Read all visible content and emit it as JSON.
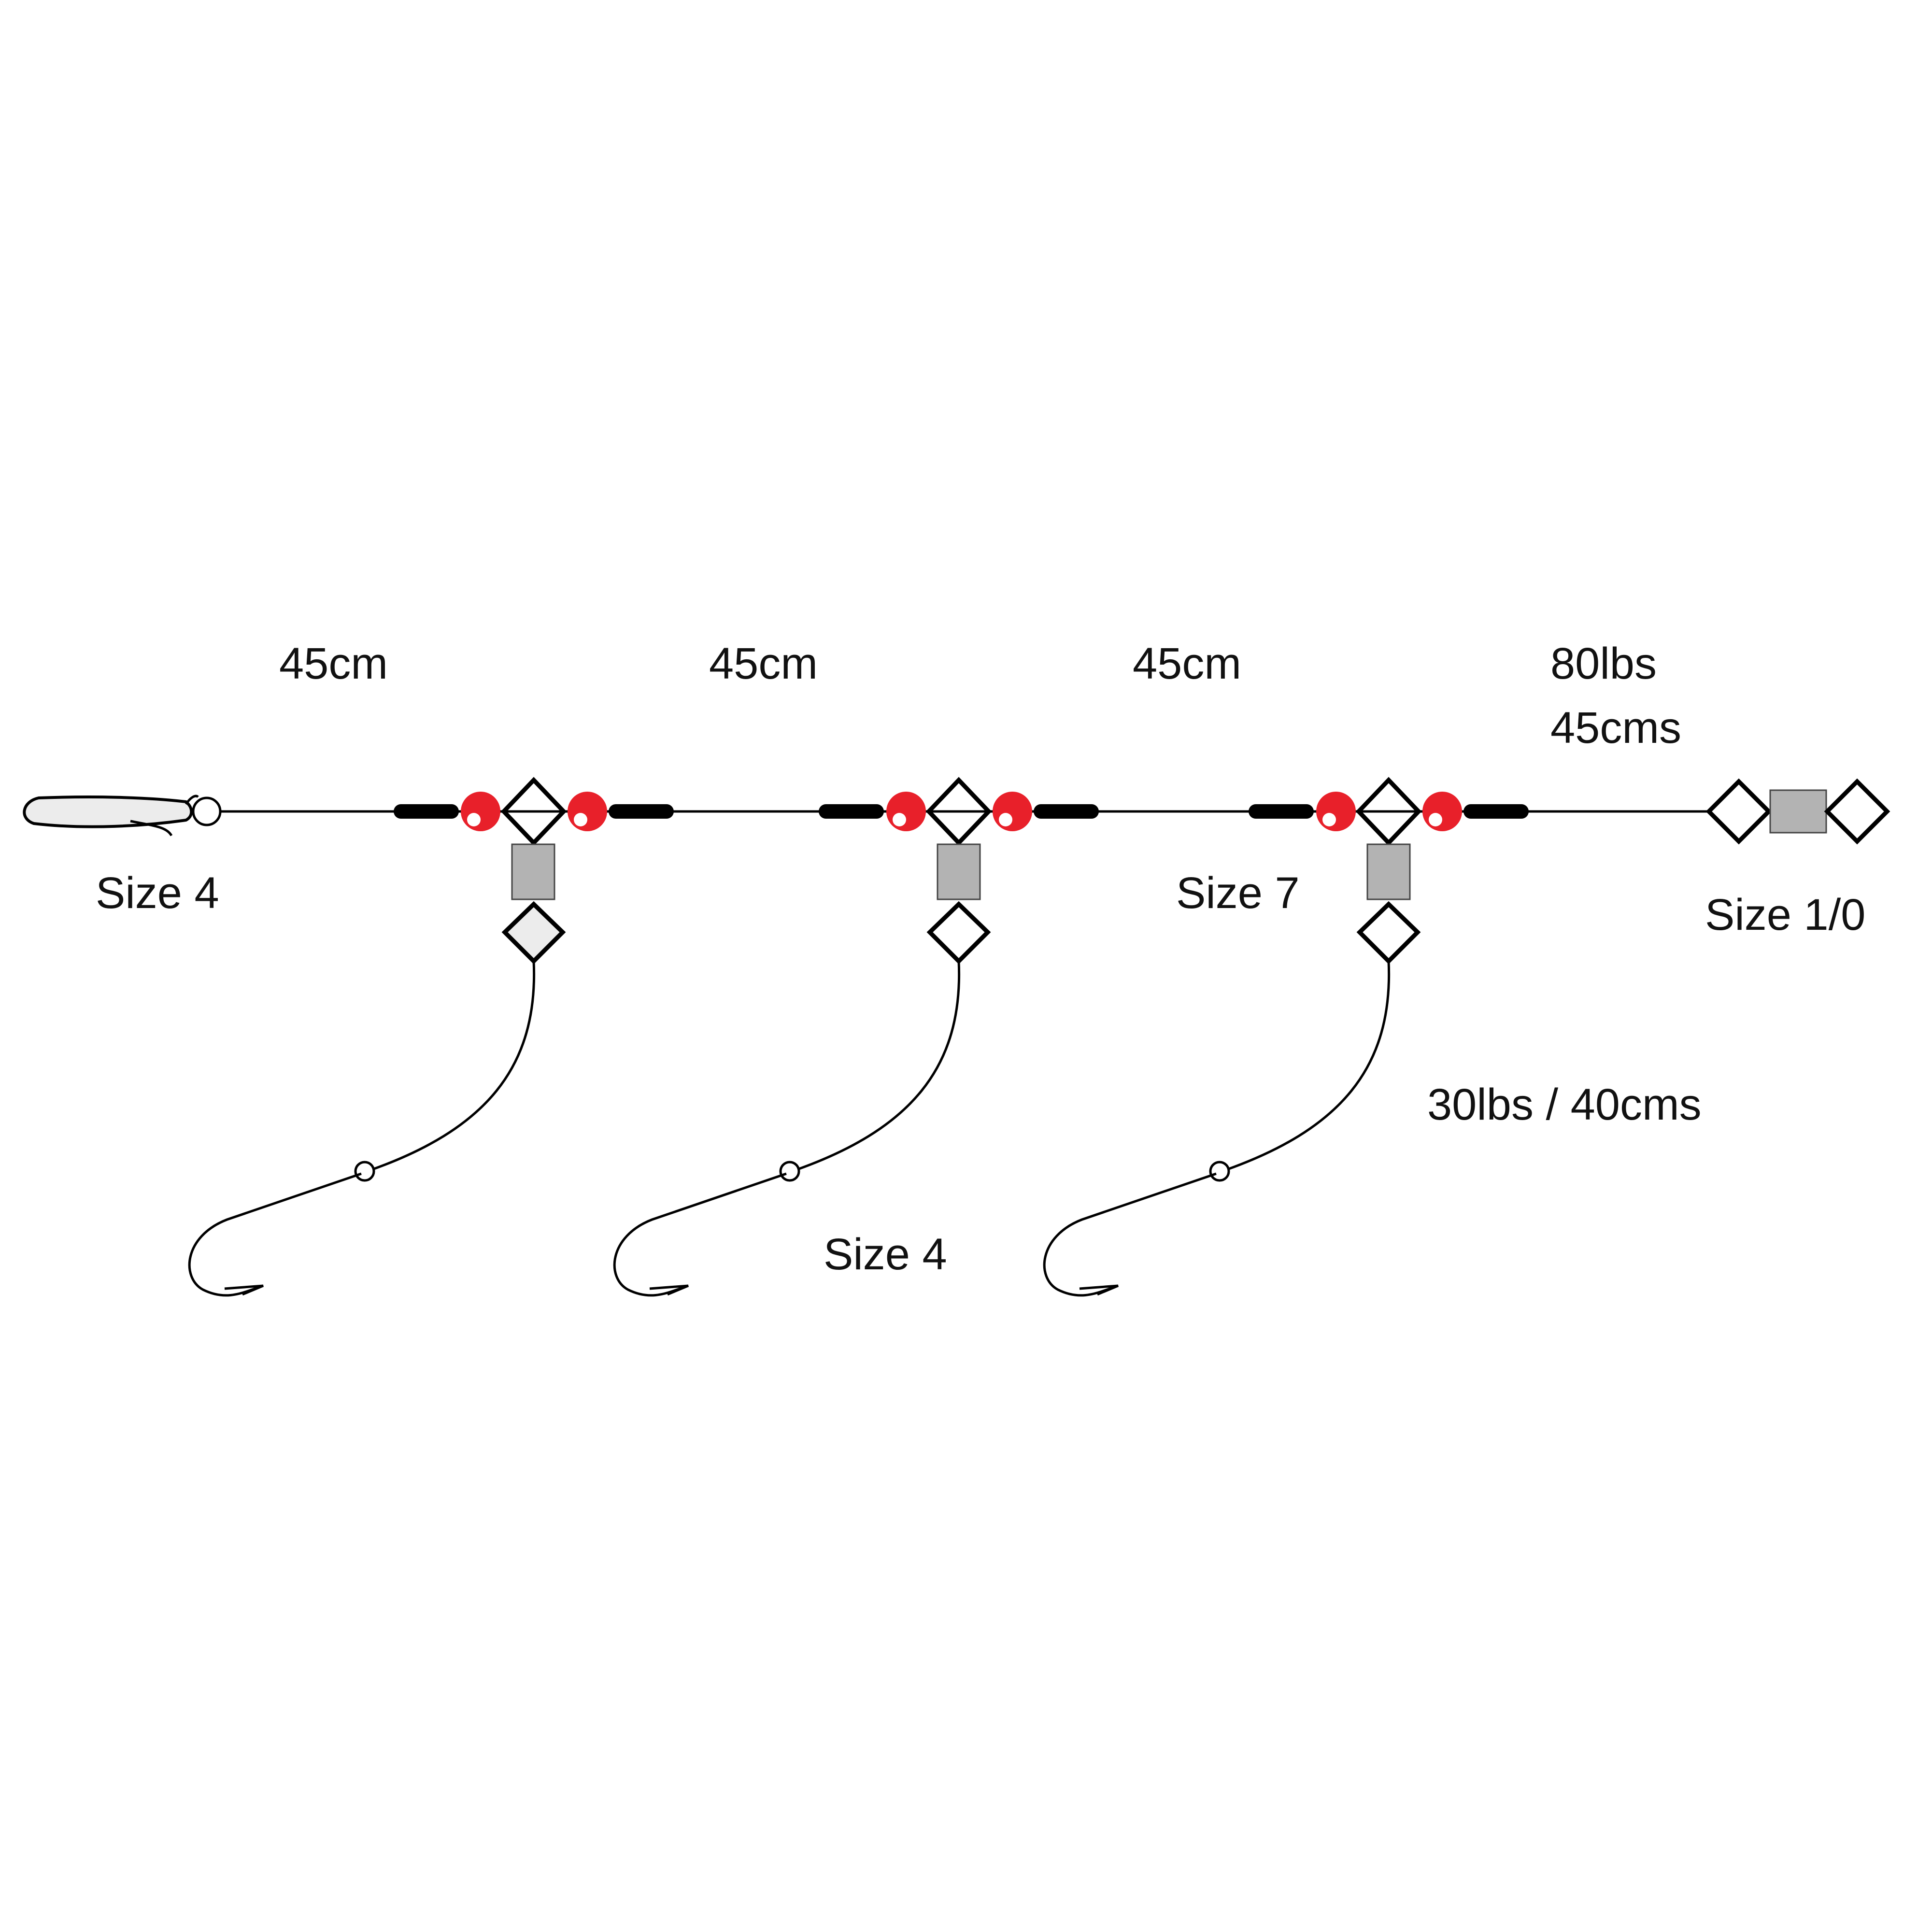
{
  "labels": {
    "spacing_1": "45cm",
    "spacing_2": "45cm",
    "spacing_3": "45cm",
    "main_line_strength": "80lbs",
    "main_line_length": "45cms",
    "snap_size": "Size 4",
    "swivel_size": "Size 7",
    "end_swivel_size": "Size 1/0",
    "snood_spec": "30lbs / 40cms",
    "hook_size": "Size 4"
  },
  "colors": {
    "bead_red": "#e8202a",
    "line": "#000000",
    "barrel": "#b3b3b3",
    "snap_fill": "#ececec"
  }
}
